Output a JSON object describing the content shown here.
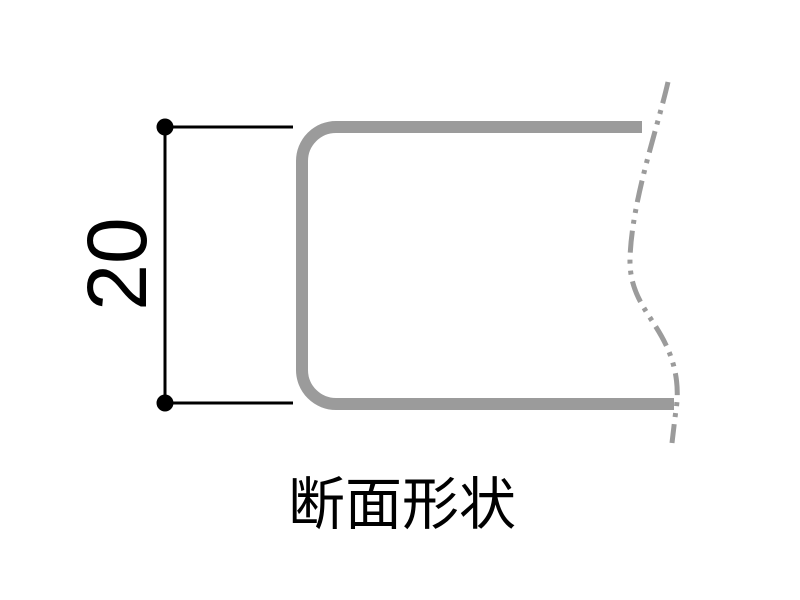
{
  "page": {
    "background": "#ffffff"
  },
  "colors": {
    "profile_gray": "#9b9b9b",
    "dimension_black": "#000000",
    "text_black": "#000000"
  },
  "diagram": {
    "kind": "cross-section technical drawing",
    "dimension_label": "20",
    "caption": "断面形状"
  }
}
